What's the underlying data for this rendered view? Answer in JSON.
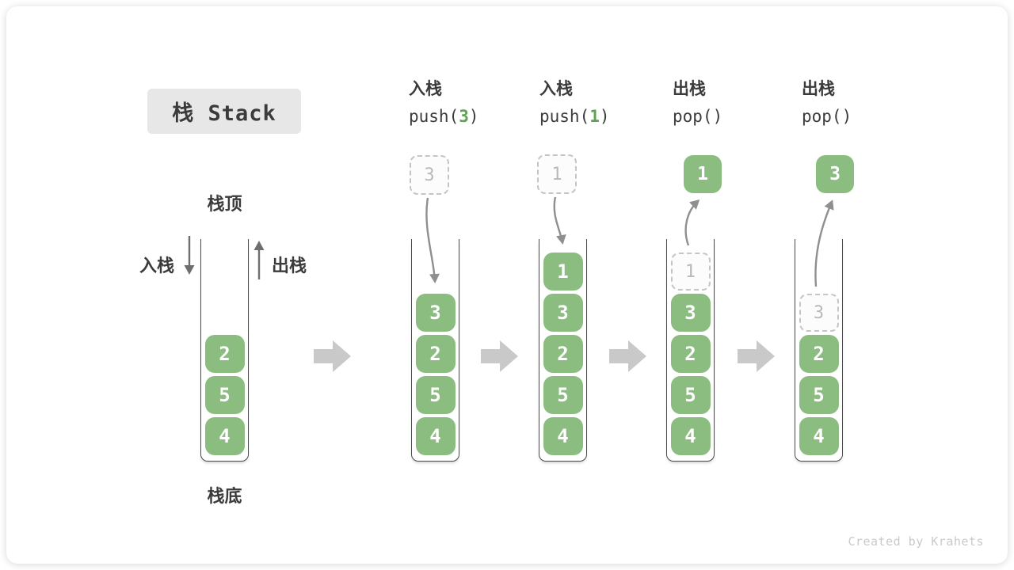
{
  "title": "栈 Stack",
  "legend": {
    "stack_top": "栈顶",
    "stack_bottom": "栈底",
    "push": "入栈",
    "pop": "出栈"
  },
  "columns": [
    {
      "label": "入栈",
      "code_pre": "push(",
      "code_arg": "3",
      "code_post": ")"
    },
    {
      "label": "入栈",
      "code_pre": "push(",
      "code_arg": "1",
      "code_post": ")"
    },
    {
      "label": "出栈",
      "code_pre": "pop(",
      "code_arg": "",
      "code_post": ")"
    },
    {
      "label": "出栈",
      "code_pre": "pop(",
      "code_arg": "",
      "code_post": ")"
    }
  ],
  "floating_values": {
    "push3": "3",
    "push1": "1",
    "pop1": "1",
    "pop3": "3"
  },
  "stacks": [
    {
      "cells": [
        "2",
        "5",
        "4"
      ]
    },
    {
      "cells": [
        "3",
        "2",
        "5",
        "4"
      ]
    },
    {
      "cells": [
        "1",
        "3",
        "2",
        "5",
        "4"
      ]
    },
    {
      "ghost": "1",
      "cells": [
        "3",
        "2",
        "5",
        "4"
      ]
    },
    {
      "ghost": "3",
      "cells": [
        "2",
        "5",
        "4"
      ]
    }
  ],
  "watermark": "Created by Krahets",
  "colors": {
    "cell_green": "#8CBD80",
    "code_arg_green": "#5FA352",
    "title_bg": "#E7E7E7",
    "text_dark": "#3B3B3B",
    "ghost_gray": "#C5C5C5",
    "step_arrow_gray": "#C9C9C9",
    "flow_arrow_gray": "#8F8F8F",
    "direction_arrow_gray": "#6E6E6E"
  }
}
